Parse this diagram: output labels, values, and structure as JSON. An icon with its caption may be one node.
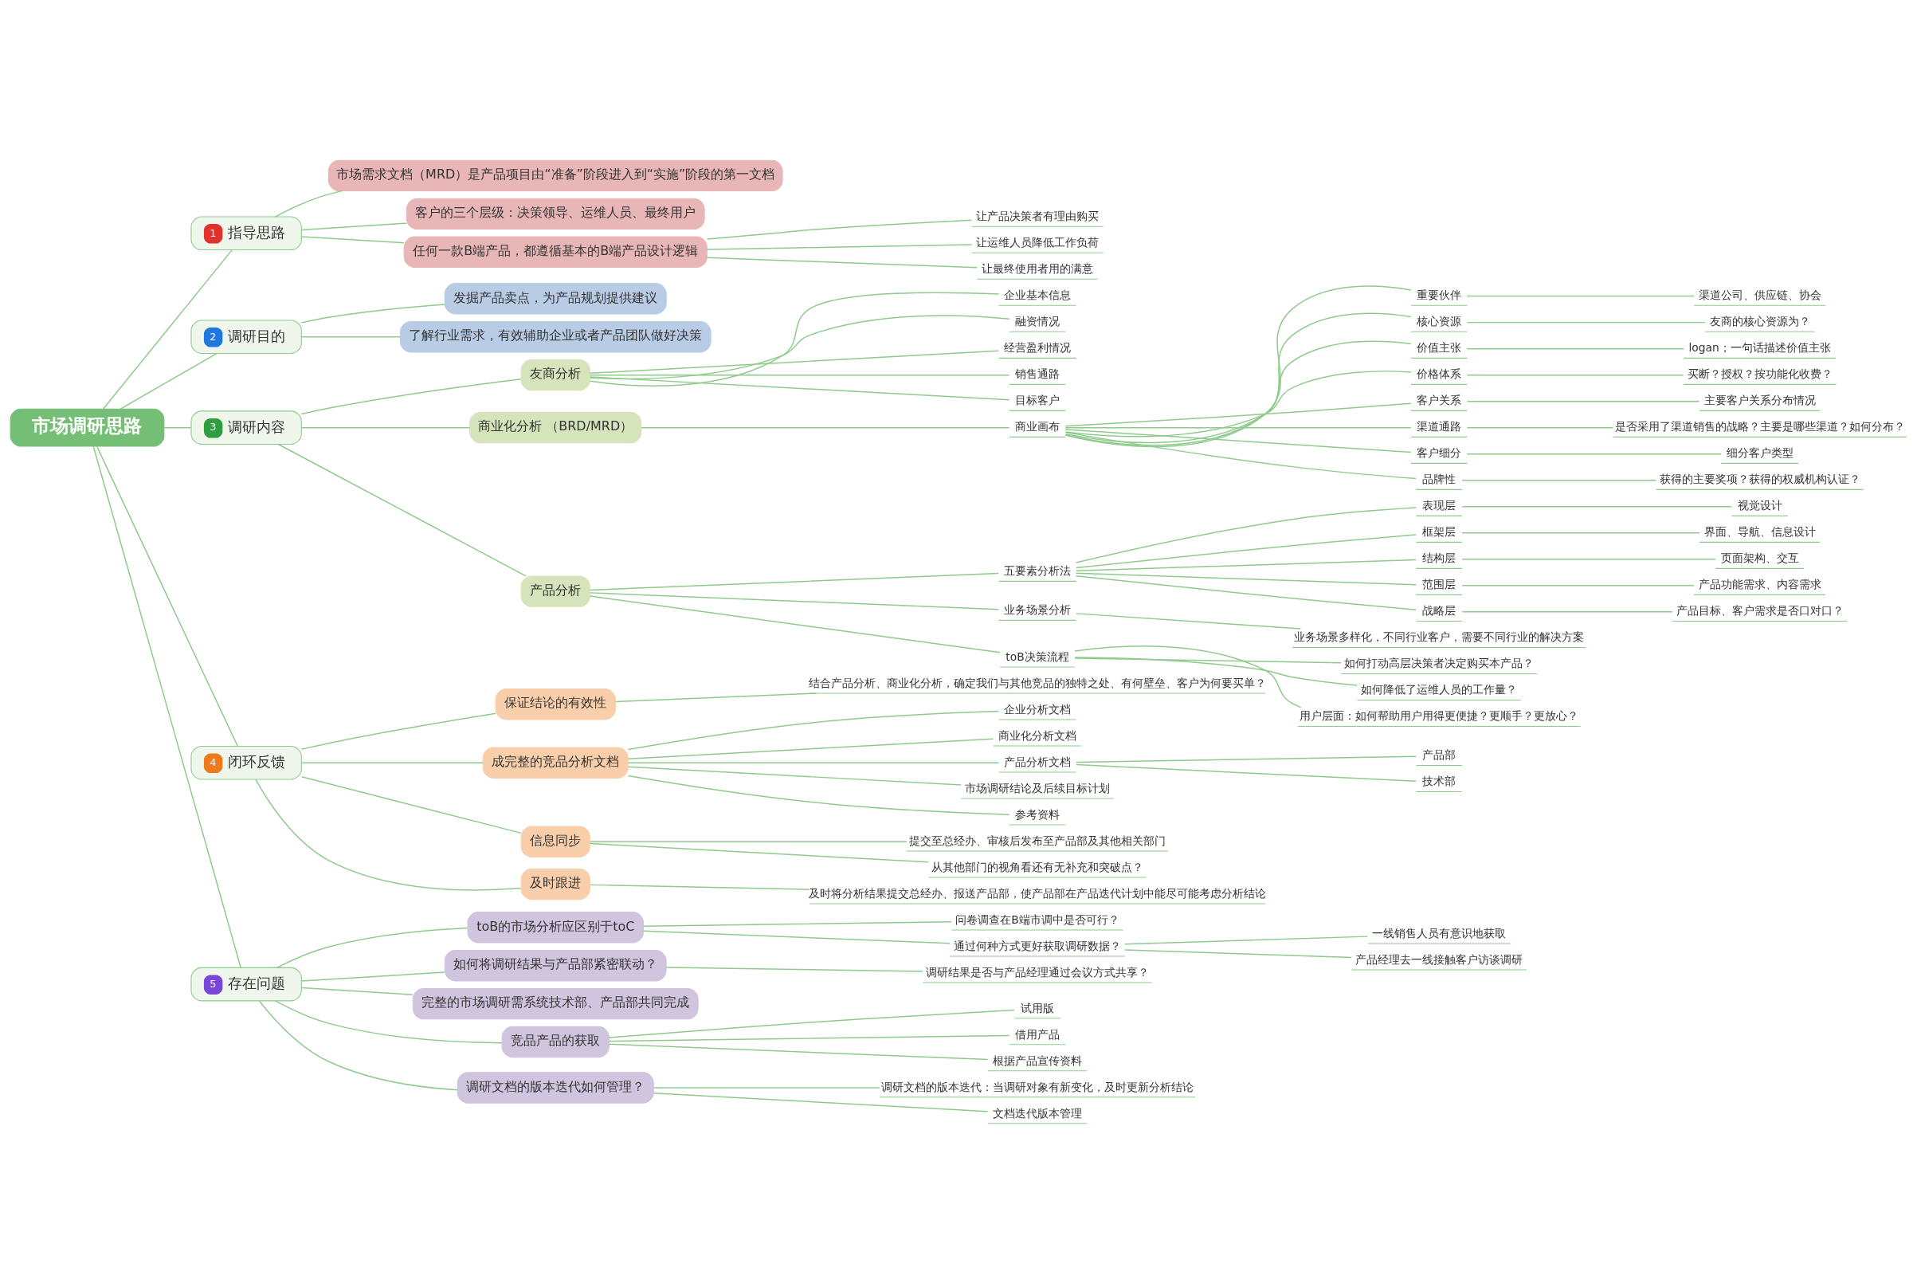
{
  "diagram": {
    "nodes": [
      {
        "text": [
          "市场调研思路"
        ]
      },
      {
        "text": [
          "1",
          "指导思路"
        ]
      },
      {
        "text": [
          "市场需求文档（MRD）是产品项目由“准备”阶段进入到“实施”阶段的第一文档"
        ]
      },
      {
        "text": [
          "客户的三个层级：决策领导、运维人员、最终用户"
        ]
      },
      {
        "text": [
          "任何一款B端产品，都遵循基本的B端产品设计逻辑"
        ]
      },
      {
        "text": [
          "让产品决策者有理由购买"
        ]
      },
      {
        "text": [
          "让运维人员降低工作负荷"
        ]
      },
      {
        "text": [
          "让最终使用者用的满意"
        ]
      },
      {
        "text": [
          "2",
          "调研目的"
        ]
      },
      {
        "text": [
          "发掘产品卖点，为产品规划提供建议"
        ]
      },
      {
        "text": [
          "了解行业需求，有效辅助企业或者产品团队做好决策"
        ]
      },
      {
        "text": [
          "3",
          "调研内容"
        ]
      },
      {
        "text": [
          "友商分析"
        ]
      },
      {
        "text": [
          "企业基本信息"
        ]
      },
      {
        "text": [
          "融资情况"
        ]
      },
      {
        "text": [
          "经营盈利情况"
        ]
      },
      {
        "text": [
          "销售通路"
        ]
      },
      {
        "text": [
          "目标客户"
        ]
      },
      {
        "text": [
          "商业化分析 （BRD/MRD）"
        ]
      },
      {
        "text": [
          "商业画布"
        ]
      },
      {
        "text": [
          "重要伙伴"
        ]
      },
      {
        "text": [
          "渠道公司、供应链、协会"
        ]
      },
      {
        "text": [
          "核心资源"
        ]
      },
      {
        "text": [
          "友商的核心资源为？"
        ]
      },
      {
        "text": [
          "价值主张"
        ]
      },
      {
        "text": [
          "logan；一句话描述价值主张"
        ]
      },
      {
        "text": [
          "价格体系"
        ]
      },
      {
        "text": [
          "买断？授权？按功能化收费？"
        ]
      },
      {
        "text": [
          "客户关系"
        ]
      },
      {
        "text": [
          "主要客户关系分布情况"
        ]
      },
      {
        "text": [
          "渠道通路"
        ]
      },
      {
        "text": [
          "是否采用了渠道销售的战略？主要是哪些渠道？如何分布？"
        ]
      },
      {
        "text": [
          "客户细分"
        ]
      },
      {
        "text": [
          "细分客户类型"
        ]
      },
      {
        "text": [
          "品牌性"
        ]
      },
      {
        "text": [
          "获得的主要奖项？获得的权威机构认证？"
        ]
      },
      {
        "text": [
          "产品分析"
        ]
      },
      {
        "text": [
          "五要素分析法"
        ]
      },
      {
        "text": [
          "表现层"
        ]
      },
      {
        "text": [
          "视觉设计"
        ]
      },
      {
        "text": [
          "框架层"
        ]
      },
      {
        "text": [
          "界面、导航、信息设计"
        ]
      },
      {
        "text": [
          "结构层"
        ]
      },
      {
        "text": [
          "页面架构、交互"
        ]
      },
      {
        "text": [
          "范围层"
        ]
      },
      {
        "text": [
          "产品功能需求、内容需求"
        ]
      },
      {
        "text": [
          "战略层"
        ]
      },
      {
        "text": [
          "产品目标、客户需求是否口对口？"
        ]
      },
      {
        "text": [
          "业务场景分析"
        ]
      },
      {
        "text": [
          "业务场景多样化，不同行业客户，需要不同行业的解决方案"
        ]
      },
      {
        "text": [
          "toB决策流程"
        ]
      },
      {
        "text": [
          "如何打动高层决策者决定购买本产品？"
        ]
      },
      {
        "text": [
          "如何降低了运维人员的工作量？"
        ]
      },
      {
        "text": [
          "用户层面：如何帮助用户用得更便捷？更顺手？更放心？"
        ]
      },
      {
        "text": [
          "4",
          "闭环反馈"
        ]
      },
      {
        "text": [
          "保证结论的有效性"
        ]
      },
      {
        "text": [
          "结合产品分析、商业化分析，确定我们与其他竞品的独特之处、有何壁垒、客户为何要买单？"
        ]
      },
      {
        "text": [
          "成完整的竞品分析文档"
        ]
      },
      {
        "text": [
          "企业分析文档"
        ]
      },
      {
        "text": [
          "商业化分析文档"
        ]
      },
      {
        "text": [
          "产品分析文档"
        ]
      },
      {
        "text": [
          "产品部"
        ]
      },
      {
        "text": [
          "技术部"
        ]
      },
      {
        "text": [
          "市场调研结论及后续目标计划"
        ]
      },
      {
        "text": [
          "参考资料"
        ]
      },
      {
        "text": [
          "信息同步"
        ]
      },
      {
        "text": [
          "提交至总经办、审核后发布至产品部及其他相关部门"
        ]
      },
      {
        "text": [
          "从其他部门的视角看还有无补充和突破点？"
        ]
      },
      {
        "text": [
          "及时跟进"
        ]
      },
      {
        "text": [
          "及时将分析结果提交总经办、报送产品部，使产品部在产品迭代计划中能尽可能考虑分析结论"
        ]
      },
      {
        "text": [
          "5",
          "存在问题"
        ]
      },
      {
        "text": [
          "toB的市场分析应区别于toC"
        ]
      },
      {
        "text": [
          "问卷调查在B端市调中是否可行？"
        ]
      },
      {
        "text": [
          "通过何种方式更好获取调研数据？"
        ]
      },
      {
        "text": [
          "一线销售人员有意识地获取"
        ]
      },
      {
        "text": [
          "产品经理去一线接触客户访谈调研"
        ]
      },
      {
        "text": [
          "如何将调研结果与产品部紧密联动？"
        ]
      },
      {
        "text": [
          "调研结果是否与产品经理通过会议方式共享？"
        ]
      },
      {
        "text": [
          "完整的市场调研需系统技术部、产品部共同完成"
        ]
      },
      {
        "text": [
          "竞品产品的获取"
        ]
      },
      {
        "text": [
          "试用版"
        ]
      },
      {
        "text": [
          "借用产品"
        ]
      },
      {
        "text": [
          "根据产品宣传资料"
        ]
      },
      {
        "text": [
          "调研文档的版本迭代如何管理？"
        ]
      },
      {
        "text": [
          "调研文档的版本迭代：当调研对象有新变化，及时更新分析结论"
        ]
      },
      {
        "text": [
          "文档迭代版本管理"
        ]
      }
    ],
    "edges": [
      {
        "from": 0,
        "to": 1,
        "arrow": "none"
      },
      {
        "from": 1,
        "to": 2,
        "arrow": "none"
      },
      {
        "from": 1,
        "to": 3,
        "arrow": "none"
      },
      {
        "from": 1,
        "to": 4,
        "arrow": "none"
      },
      {
        "from": 4,
        "to": 5,
        "arrow": "none"
      },
      {
        "from": 4,
        "to": 6,
        "arrow": "none"
      },
      {
        "from": 4,
        "to": 7,
        "arrow": "none"
      },
      {
        "from": 0,
        "to": 8,
        "arrow": "none"
      },
      {
        "from": 8,
        "to": 9,
        "arrow": "none"
      },
      {
        "from": 8,
        "to": 10,
        "arrow": "none"
      },
      {
        "from": 0,
        "to": 11,
        "arrow": "none"
      },
      {
        "from": 11,
        "to": 12,
        "arrow": "none"
      },
      {
        "from": 12,
        "to": 13,
        "arrow": "none"
      },
      {
        "from": 12,
        "to": 14,
        "arrow": "none"
      },
      {
        "from": 12,
        "to": 15,
        "arrow": "none"
      },
      {
        "from": 12,
        "to": 16,
        "arrow": "none"
      },
      {
        "from": 12,
        "to": 17,
        "arrow": "none"
      },
      {
        "from": 11,
        "to": 18,
        "arrow": "none"
      },
      {
        "from": 18,
        "to": 19,
        "arrow": "none"
      },
      {
        "from": 19,
        "to": 20,
        "arrow": "none"
      },
      {
        "from": 20,
        "to": 21,
        "arrow": "none"
      },
      {
        "from": 19,
        "to": 22,
        "arrow": "none"
      },
      {
        "from": 22,
        "to": 23,
        "arrow": "none"
      },
      {
        "from": 19,
        "to": 24,
        "arrow": "none"
      },
      {
        "from": 24,
        "to": 25,
        "arrow": "none"
      },
      {
        "from": 19,
        "to": 26,
        "arrow": "none"
      },
      {
        "from": 26,
        "to": 27,
        "arrow": "none"
      },
      {
        "from": 19,
        "to": 28,
        "arrow": "none"
      },
      {
        "from": 28,
        "to": 29,
        "arrow": "none"
      },
      {
        "from": 19,
        "to": 30,
        "arrow": "none"
      },
      {
        "from": 30,
        "to": 31,
        "arrow": "none"
      },
      {
        "from": 19,
        "to": 32,
        "arrow": "none"
      },
      {
        "from": 32,
        "to": 33,
        "arrow": "none"
      },
      {
        "from": 19,
        "to": 34,
        "arrow": "none"
      },
      {
        "from": 34,
        "to": 35,
        "arrow": "none"
      },
      {
        "from": 11,
        "to": 36,
        "arrow": "none"
      },
      {
        "from": 36,
        "to": 37,
        "arrow": "none"
      },
      {
        "from": 37,
        "to": 38,
        "arrow": "none"
      },
      {
        "from": 38,
        "to": 39,
        "arrow": "none"
      },
      {
        "from": 37,
        "to": 40,
        "arrow": "none"
      },
      {
        "from": 40,
        "to": 41,
        "arrow": "none"
      },
      {
        "from": 37,
        "to": 42,
        "arrow": "none"
      },
      {
        "from": 42,
        "to": 43,
        "arrow": "none"
      },
      {
        "from": 37,
        "to": 44,
        "arrow": "none"
      },
      {
        "from": 44,
        "to": 45,
        "arrow": "none"
      },
      {
        "from": 37,
        "to": 46,
        "arrow": "none"
      },
      {
        "from": 46,
        "to": 47,
        "arrow": "none"
      },
      {
        "from": 36,
        "to": 48,
        "arrow": "none"
      },
      {
        "from": 48,
        "to": 49,
        "arrow": "none"
      },
      {
        "from": 36,
        "to": 50,
        "arrow": "none"
      },
      {
        "from": 50,
        "to": 51,
        "arrow": "none"
      },
      {
        "from": 50,
        "to": 52,
        "arrow": "none"
      },
      {
        "from": 50,
        "to": 53,
        "arrow": "none"
      },
      {
        "from": 0,
        "to": 54,
        "arrow": "none"
      },
      {
        "from": 54,
        "to": 55,
        "arrow": "none"
      },
      {
        "from": 55,
        "to": 56,
        "arrow": "none"
      },
      {
        "from": 54,
        "to": 57,
        "arrow": "none"
      },
      {
        "from": 57,
        "to": 58,
        "arrow": "none"
      },
      {
        "from": 57,
        "to": 59,
        "arrow": "none"
      },
      {
        "from": 57,
        "to": 60,
        "arrow": "none"
      },
      {
        "from": 60,
        "to": 61,
        "arrow": "none"
      },
      {
        "from": 60,
        "to": 62,
        "arrow": "none"
      },
      {
        "from": 57,
        "to": 63,
        "arrow": "none"
      },
      {
        "from": 57,
        "to": 64,
        "arrow": "none"
      },
      {
        "from": 54,
        "to": 65,
        "arrow": "none"
      },
      {
        "from": 65,
        "to": 66,
        "arrow": "none"
      },
      {
        "from": 65,
        "to": 67,
        "arrow": "none"
      },
      {
        "from": 54,
        "to": 68,
        "arrow": "none"
      },
      {
        "from": 68,
        "to": 69,
        "arrow": "none"
      },
      {
        "from": 0,
        "to": 70,
        "arrow": "none"
      },
      {
        "from": 70,
        "to": 71,
        "arrow": "none"
      },
      {
        "from": 71,
        "to": 72,
        "arrow": "none"
      },
      {
        "from": 71,
        "to": 73,
        "arrow": "none"
      },
      {
        "from": 73,
        "to": 74,
        "arrow": "none"
      },
      {
        "from": 73,
        "to": 75,
        "arrow": "none"
      },
      {
        "from": 70,
        "to": 76,
        "arrow": "none"
      },
      {
        "from": 76,
        "to": 77,
        "arrow": "none"
      },
      {
        "from": 70,
        "to": 78,
        "arrow": "none"
      },
      {
        "from": 70,
        "to": 79,
        "arrow": "none"
      },
      {
        "from": 79,
        "to": 80,
        "arrow": "none"
      },
      {
        "from": 79,
        "to": 81,
        "arrow": "none"
      },
      {
        "from": 79,
        "to": 82,
        "arrow": "none"
      },
      {
        "from": 70,
        "to": 83,
        "arrow": "none"
      },
      {
        "from": 83,
        "to": 84,
        "arrow": "none"
      },
      {
        "from": 83,
        "to": 85,
        "arrow": "none"
      }
    ]
  }
}
